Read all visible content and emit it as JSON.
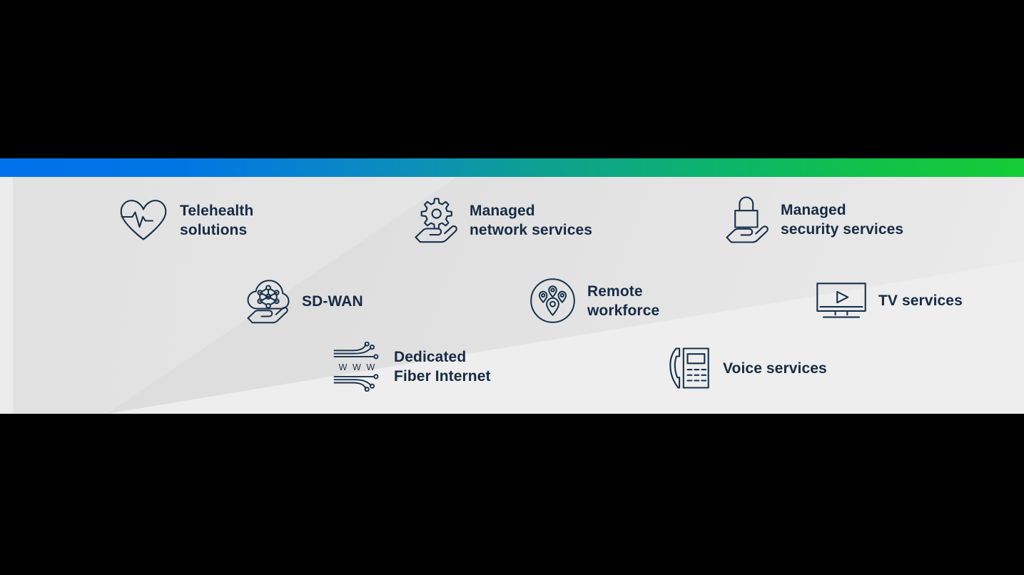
{
  "theme": {
    "background": "#000000",
    "panel_background": "#eeeeee",
    "panel_wedge": "#dedede",
    "text_color": "#162b45",
    "icon_color": "#17314c",
    "gradient_start": "#0072ec",
    "gradient_mid": "#0d9f93",
    "gradient_end": "#15cc36"
  },
  "gradient_bar": {
    "name": "brand-gradient-rule",
    "from": "#0072ec",
    "to": "#15cc36"
  },
  "services": [
    {
      "id": "telehealth",
      "icon": "heart-pulse-icon",
      "label": "Telehealth\nsolutions"
    },
    {
      "id": "managed-network",
      "icon": "gear-in-hand-icon",
      "label": "Managed\nnetwork services"
    },
    {
      "id": "managed-security",
      "icon": "padlock-in-hand-icon",
      "label": "Managed\nsecurity services"
    },
    {
      "id": "sdwan",
      "icon": "cloud-network-in-hand-icon",
      "label": "SD-WAN"
    },
    {
      "id": "remote-workforce",
      "icon": "map-pins-circle-icon",
      "label": "Remote\nworkforce"
    },
    {
      "id": "tv-services",
      "icon": "tv-play-icon",
      "label": "TV services"
    },
    {
      "id": "dedicated-fiber",
      "icon": "fiber-www-icon",
      "label": "Dedicated\nFiber Internet"
    },
    {
      "id": "voice-services",
      "icon": "desk-phone-icon",
      "label": "Voice services"
    }
  ],
  "fiber_icon_text": "W W W"
}
